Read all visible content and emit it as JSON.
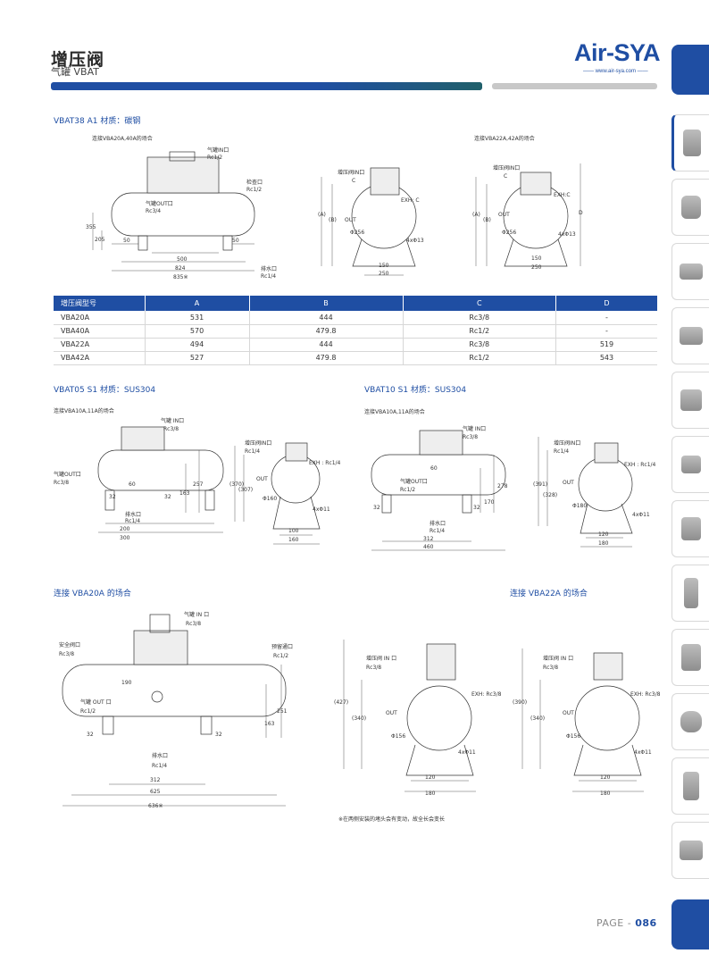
{
  "header": {
    "title": "增压阀",
    "subtitle": "气罐 VBAT",
    "logo": "Air-SYA",
    "logo_url": "—— www.air-sya.com ——"
  },
  "section1": {
    "title": "VBAT38 A1 材质：碳钢",
    "note_left": "连接VBA20A,40A的场合",
    "note_right": "连接VBA22A,42A的场合",
    "labels": {
      "tank_in": "气罐IN口",
      "tank_in_port": "Rc1/2",
      "check": "检查口",
      "check_port": "Rc1/2",
      "tank_out": "气罐OUT口",
      "tank_out_port": "Rc3/4",
      "drain": "排水口",
      "drain_port": "Rc1/4",
      "dim_355": "355",
      "dim_205": "205",
      "dim_50a": "50",
      "dim_50b": "50",
      "dim_500": "500",
      "dim_824": "824",
      "dim_835": "835※",
      "valve_in": "增压阀IN口",
      "c": "C",
      "exh": "EXH: C",
      "exh2": "EXH:C",
      "a": "(A)",
      "b": "(B)",
      "d": "D",
      "out": "OUT",
      "phi256": "Φ256",
      "holes": "4xΦ13",
      "dim_150": "150",
      "dim_250": "250"
    }
  },
  "table": {
    "headers": [
      "增压阀型号",
      "A",
      "B",
      "C",
      "D"
    ],
    "rows": [
      [
        "VBA20A",
        "531",
        "444",
        "Rc3/8",
        "-"
      ],
      [
        "VBA40A",
        "570",
        "479.8",
        "Rc1/2",
        "-"
      ],
      [
        "VBA22A",
        "494",
        "444",
        "Rc3/8",
        "519"
      ],
      [
        "VBA42A",
        "527",
        "479.8",
        "Rc1/2",
        "543"
      ]
    ]
  },
  "section2": {
    "title": "VBAT05 S1 材质：SUS304",
    "note": "连接VBA10A,11A的场合",
    "labels": {
      "tank_in": "气罐 IN口",
      "tank_in_port": "Rc3/8",
      "tank_out": "气罐OUT口",
      "tank_out_port": "Rc3/8",
      "dim_60": "60",
      "dim_32a": "32",
      "dim_32b": "32",
      "dim_163": "163",
      "dim_257": "257",
      "drain": "排水口",
      "drain_port": "Rc1/4",
      "dim_200": "200",
      "dim_300": "300",
      "valve_in": "增压阀IN口",
      "valve_in_port": "Rc1/4",
      "exh": "EXH : Rc1/4",
      "d370": "(370)",
      "d307": "(307)",
      "out": "OUT",
      "phi": "Φ160",
      "holes": "4xΦ11",
      "dim_100": "100",
      "dim_160": "160"
    }
  },
  "section3": {
    "title": "VBAT10 S1 材质：SUS304",
    "note": "连接VBA10A,11A的场合",
    "labels": {
      "tank_in": "气罐 IN口",
      "tank_in_port": "Rc3/8",
      "tank_out": "气罐OUT口",
      "tank_out_port": "Rc1/2",
      "dim_60": "60",
      "dim_32a": "32",
      "dim_32b": "32",
      "dim_170": "170",
      "dim_278": "278",
      "drain": "排水口",
      "drain_port": "Rc1/4",
      "dim_312": "312",
      "dim_460": "460",
      "valve_in": "增压阀IN口",
      "valve_in_port": "Rc1/4",
      "exh": "EXH : Rc1/4",
      "d391": "(391)",
      "d328": "(328)",
      "out": "OUT",
      "phi": "Φ180",
      "holes": "4xΦ11",
      "dim_120": "120",
      "dim_180": "180"
    }
  },
  "section4": {
    "title_left": "连接 VBA20A 的场合",
    "title_right": "连接 VBA22A 的场合",
    "labels": {
      "tank_in": "气罐 IN 口",
      "tank_in_port": "Rc3/8",
      "safety": "安全阀口",
      "safety_port": "Rc3/8",
      "reserve": "预留通口",
      "reserve_port": "Rc1/2",
      "dim_190": "190",
      "tank_out": "气罐  OUT  口",
      "tank_out_port": "Rc1/2",
      "dim_163": "163",
      "dim_251": "251",
      "dim_32a": "32",
      "dim_32b": "32",
      "drain": "排水口",
      "drain_port": "Rc1/4",
      "dim_312": "312",
      "dim_625": "625",
      "dim_636": "636※",
      "valve_in": "增压阀 IN 口",
      "valve_in_port": "Rc3/8",
      "exh": "EXH: Rc3/8",
      "out": "OUT",
      "d427": "(427)",
      "d340": "(340)",
      "d390": "(390)",
      "d340b": "(340)",
      "phi": "Φ156",
      "holes": "4xΦ11",
      "dim_120": "120",
      "dim_180": "180"
    },
    "footnote": "※在两侧安装的堵头会有变动，故全长会变长"
  },
  "footer": {
    "page_prefix": "PAGE - ",
    "page_number": "086"
  },
  "colors": {
    "brand": "#1f4ea3",
    "gray": "#c8c8c8"
  }
}
